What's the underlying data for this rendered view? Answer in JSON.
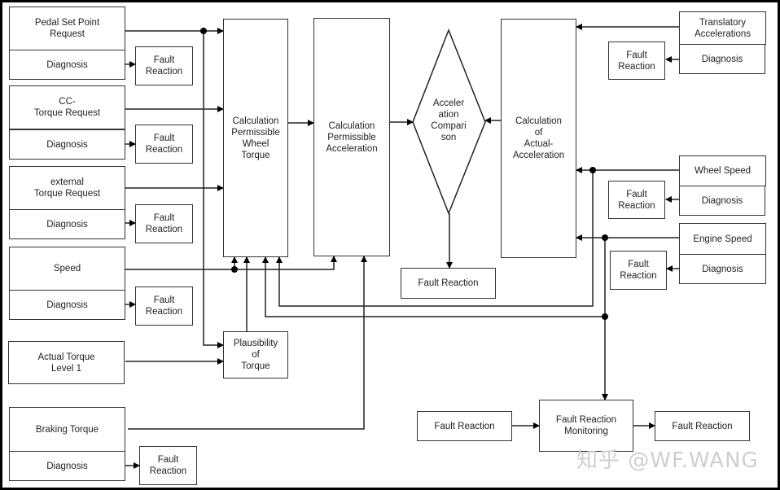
{
  "inputs": {
    "pedal_set_point": "Pedal Set Point\nRequest",
    "cc_torque": "CC-\nTorque Request",
    "external_torque": "external\nTorque Request",
    "speed": "Speed",
    "actual_torque": "Actual Torque\nLevel 1",
    "braking_torque": "Braking Torque",
    "translatory_accelerations": "Translatory\nAccelerations",
    "wheel_speed": "Wheel Speed",
    "engine_speed": "Engine Speed"
  },
  "diagnosis_label": "Diagnosis",
  "fault_reaction_label": "Fault\nReaction",
  "fault_reaction_single": "Fault Reaction",
  "process": {
    "calc_wheel_torque": "Calculation\nPermissible\nWheel\nTorque",
    "calc_permissible_accel": "Calculation\nPermissible\nAcceleration",
    "accel_comparison": "Acceler\nation\nCompari\nson",
    "calc_actual_accel": "Calculation\nof\nActual-\nAcceleration",
    "plausibility_torque": "Plausibility\nof\nTorque",
    "fault_reaction_monitoring": "Fault Reaction\nMonitoring"
  },
  "watermark": "知乎 @WF.WANG"
}
